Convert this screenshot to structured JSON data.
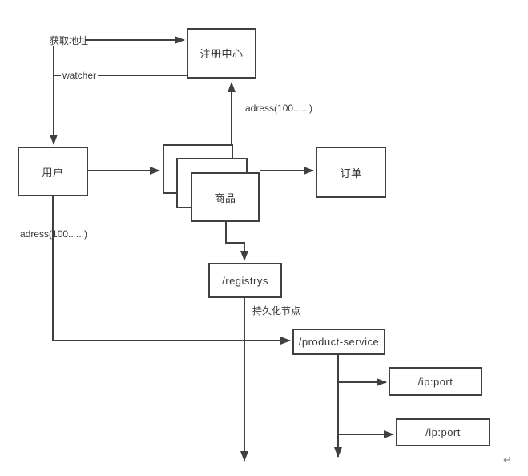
{
  "diagram": {
    "nodes": {
      "registry_center": {
        "label": "注册中心"
      },
      "user": {
        "label": "用户"
      },
      "product": {
        "label": "商品"
      },
      "order": {
        "label": "订单"
      },
      "registrys": {
        "label": "/registrys"
      },
      "product_service": {
        "label": "/product-service"
      },
      "ip_port_1": {
        "label": "/ip:port"
      },
      "ip_port_2": {
        "label": "/ip:port"
      }
    },
    "edge_labels": {
      "get_address": "获取地址",
      "watcher": "watcher",
      "address_top": "adress(100......)",
      "address_left": "adress(100......)",
      "persistent_node": "持久化节点"
    },
    "marks": {
      "paragraph_return": "↵"
    },
    "colors": {
      "line": "#404040",
      "text": "#383838",
      "background": "#ffffff"
    }
  }
}
